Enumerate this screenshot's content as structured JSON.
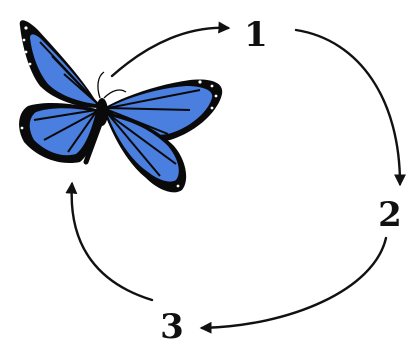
{
  "diagram": {
    "type": "cycle",
    "steps": [
      {
        "label": "1"
      },
      {
        "label": "2"
      },
      {
        "label": "3"
      }
    ],
    "colors": {
      "wing_blue": "#4a7fe0",
      "vein_black": "#0a0a0a",
      "ink": "#111111",
      "background": "#ffffff"
    },
    "icons": {
      "center_graphic": "butterfly-icon"
    }
  }
}
